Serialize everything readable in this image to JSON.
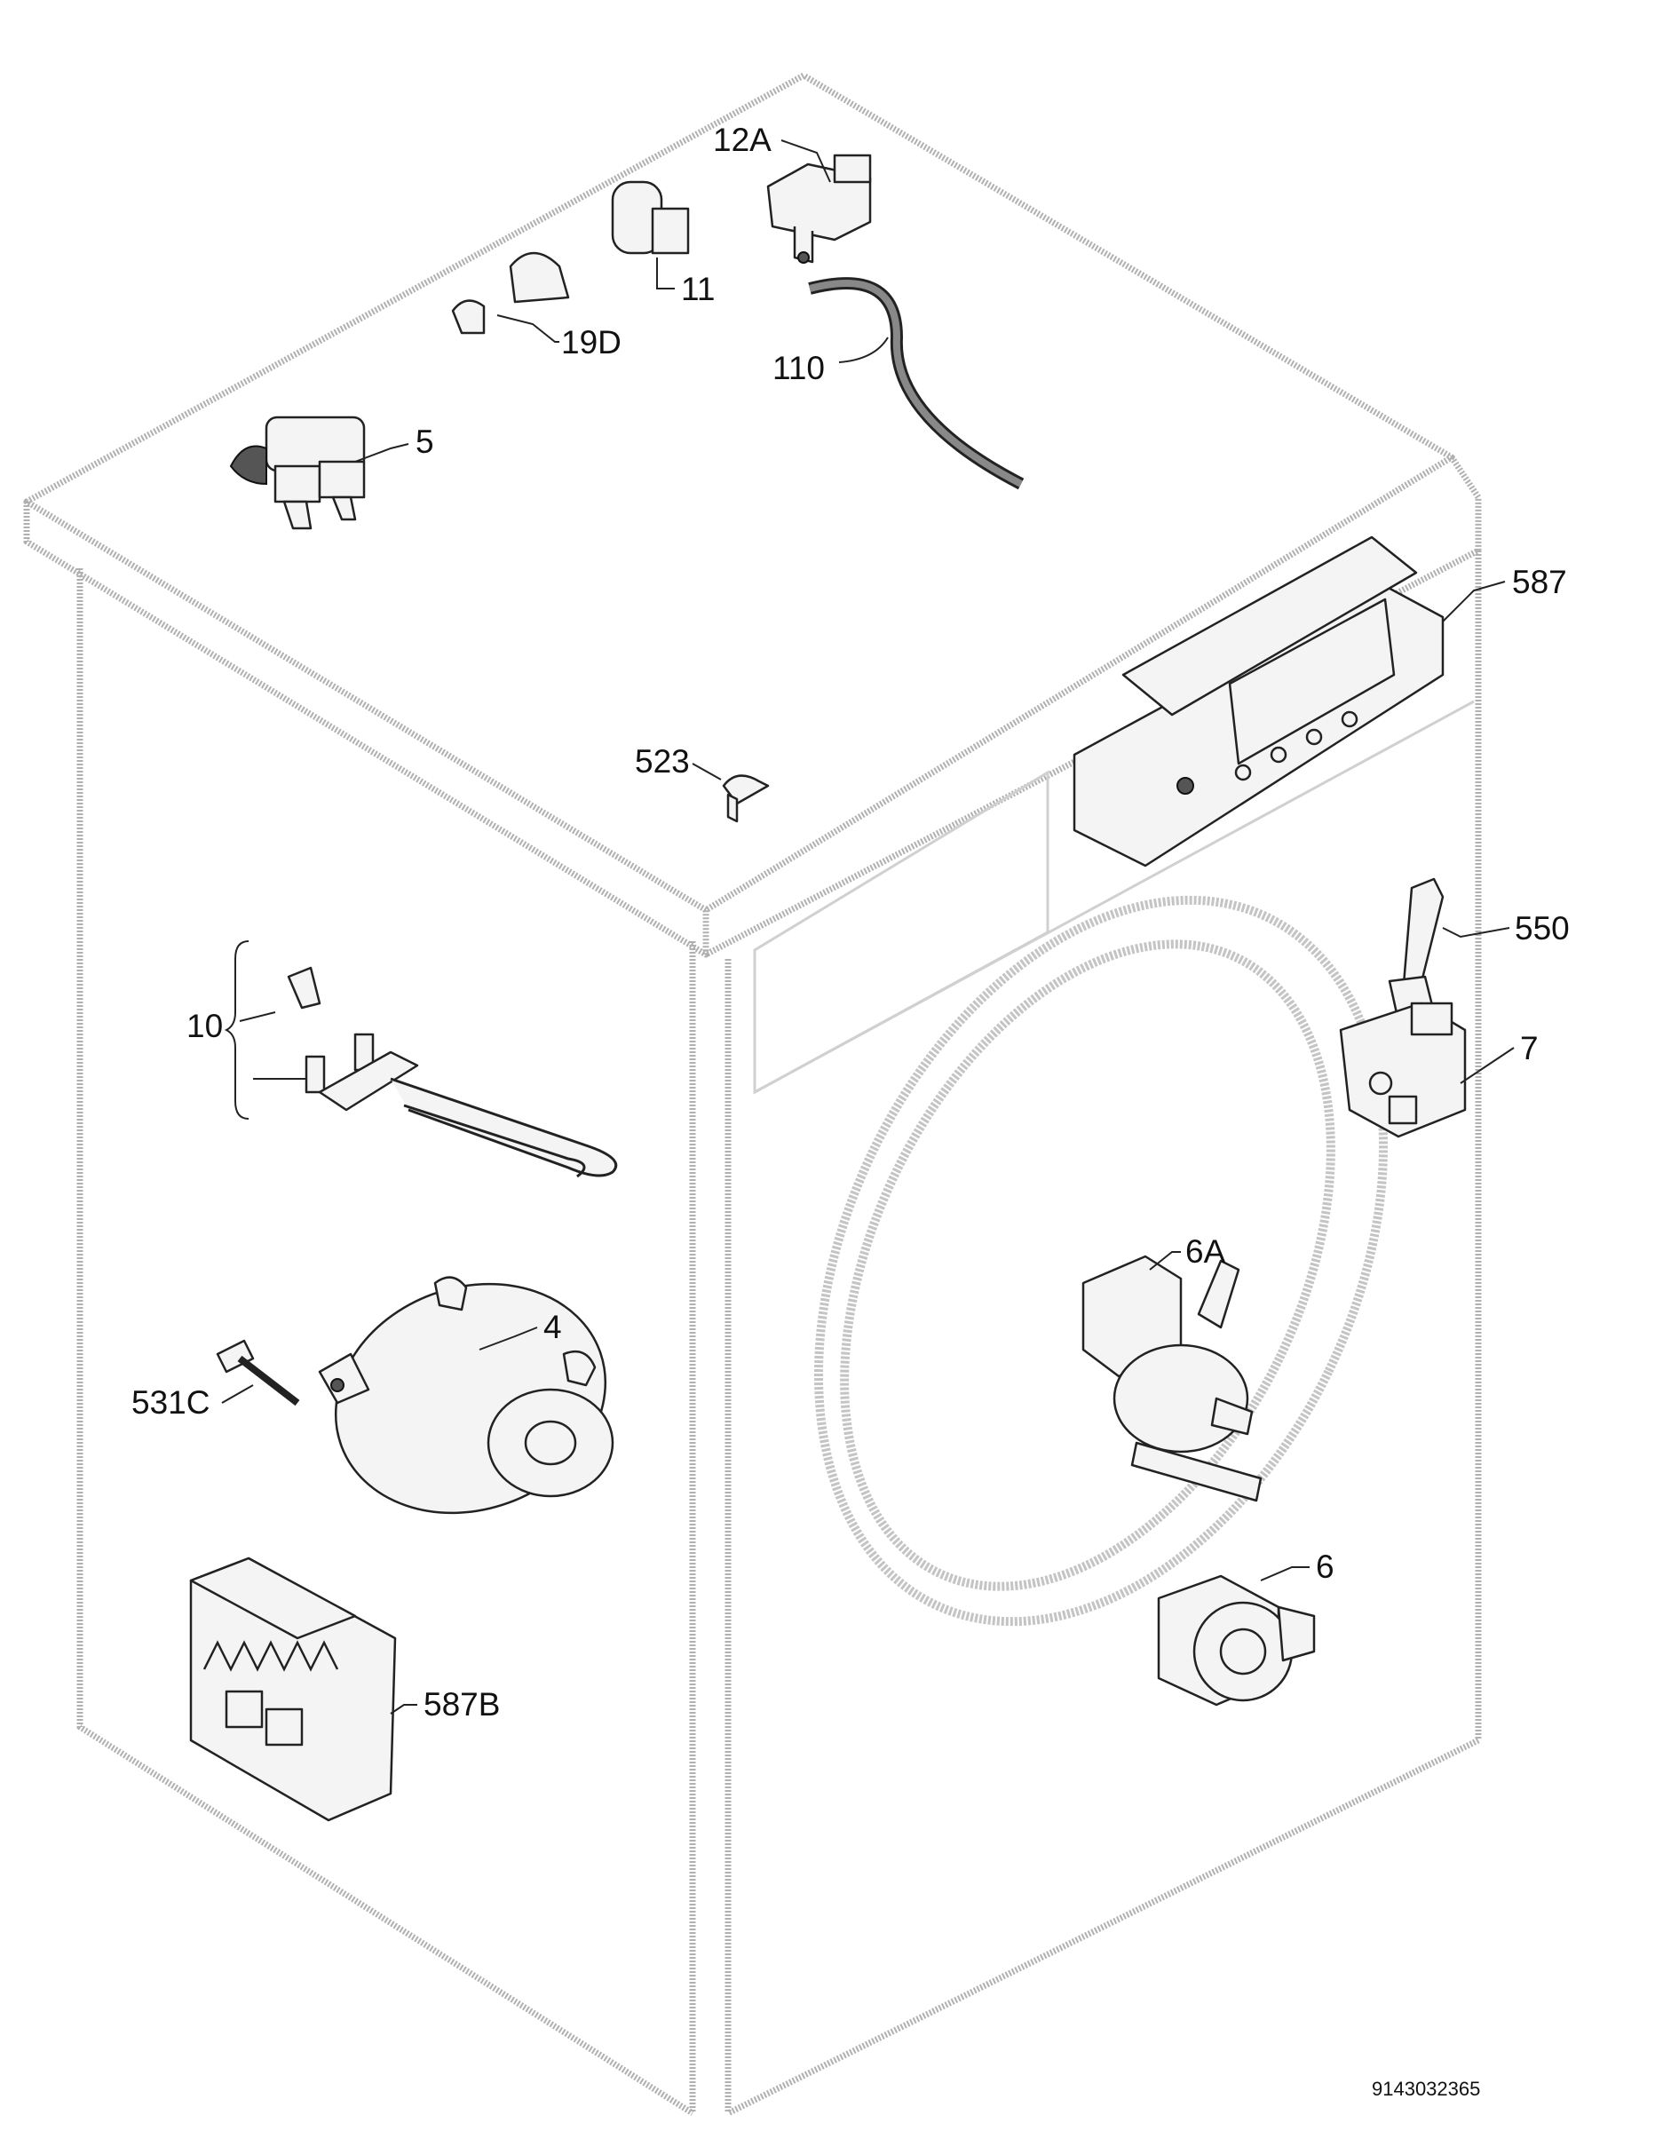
{
  "diagram": {
    "document_number": "9143032365",
    "callouts": {
      "c12a": "12A",
      "c11": "11",
      "c19d": "19D",
      "c110": "110",
      "c5": "5",
      "c587": "587",
      "c523": "523",
      "c550": "550",
      "c10": "10",
      "c7": "7",
      "c6a": "6A",
      "c4": "4",
      "c531c": "531C",
      "c6": "6",
      "c587b": "587B"
    }
  }
}
